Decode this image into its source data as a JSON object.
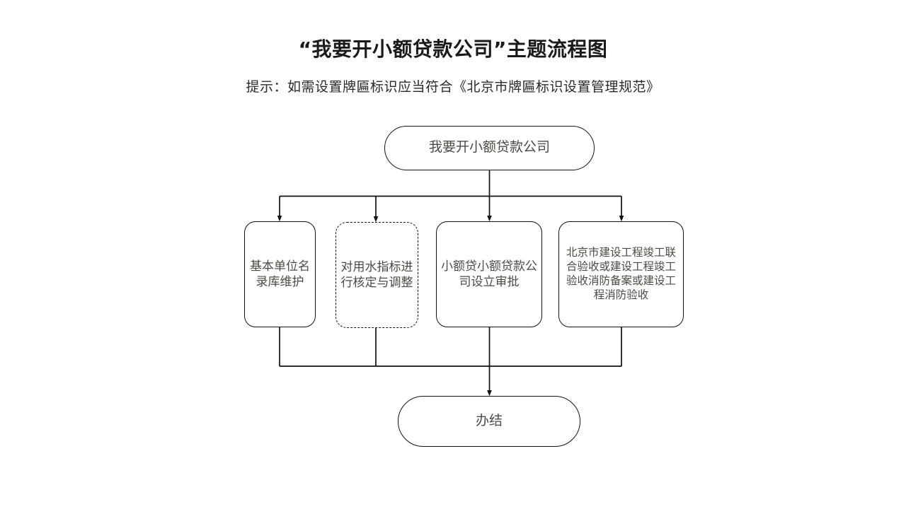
{
  "page": {
    "title": "“我要开小额贷款公司”主题流程图",
    "subtitle": "提示：如需设置牌匾标识应当符合《北京市牌匾标识设置管理规范》",
    "background_color": "#ffffff",
    "line_color": "#111111",
    "node_text_color": "#4b4b45"
  },
  "flowchart": {
    "type": "flowchart",
    "orientation": "top-to-bottom",
    "start": {
      "id": "start",
      "shape": "terminal",
      "border": "solid",
      "label": "我要开小额贷款公司"
    },
    "steps": [
      {
        "id": "basic-unit",
        "shape": "process",
        "border": "solid",
        "label": "基本单位名录库维护"
      },
      {
        "id": "water-quota",
        "shape": "process",
        "border": "dashed",
        "label": "对用水指标进行核定与调整"
      },
      {
        "id": "microloan-approval",
        "shape": "process",
        "border": "solid",
        "label": "小额贷小额贷款公司设立审批"
      },
      {
        "id": "construction-acceptance",
        "shape": "process",
        "border": "solid",
        "label": "北京市建设工程竣工联合验收或建设工程竣工验收消防备案或建设工程消防验收"
      }
    ],
    "end": {
      "id": "end",
      "shape": "terminal",
      "border": "solid",
      "label": "办结"
    }
  }
}
